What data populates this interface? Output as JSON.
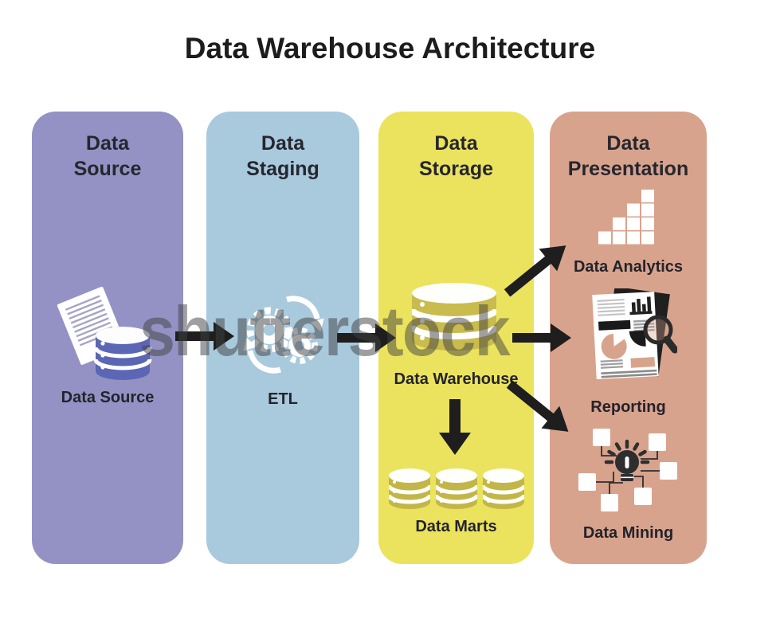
{
  "title": "Data Warehouse Architecture",
  "watermark": "shutterstock",
  "colors": {
    "background": "#ffffff",
    "data_source_column": "#9492c4",
    "data_staging_column": "#a9c9dd",
    "data_storage_column": "#ebe35e",
    "data_presentation_column": "#d8a38d",
    "arrow": "#1e1e1e",
    "heading_text": "#26262e"
  },
  "columns": [
    {
      "header": "Data Source",
      "items": [
        {
          "icon": "document-database-icon",
          "label": "Data Source"
        }
      ]
    },
    {
      "header": "Data Staging",
      "items": [
        {
          "icon": "gears-cycle-icon",
          "label": "ETL"
        }
      ]
    },
    {
      "header": "Data Storage",
      "items": [
        {
          "icon": "database-cylinder-icon",
          "label": "Data Warehouse"
        },
        {
          "icon": "triple-database-icon",
          "label": "Data Marts"
        }
      ]
    },
    {
      "header": "Data Presentation",
      "items": [
        {
          "icon": "block-bar-chart-icon",
          "label": "Data Analytics"
        },
        {
          "icon": "report-magnifier-icon",
          "label": "Reporting"
        },
        {
          "icon": "lightbulb-network-icon",
          "label": "Data Mining"
        }
      ]
    }
  ],
  "flows": [
    {
      "from": "Data Source",
      "to": "Data Staging"
    },
    {
      "from": "Data Staging",
      "to": "Data Storage"
    },
    {
      "from": "Data Warehouse",
      "to": "Data Marts"
    },
    {
      "from": "Data Warehouse",
      "to": "Data Analytics"
    },
    {
      "from": "Data Warehouse",
      "to": "Reporting"
    },
    {
      "from": "Data Warehouse",
      "to": "Data Mining"
    }
  ]
}
